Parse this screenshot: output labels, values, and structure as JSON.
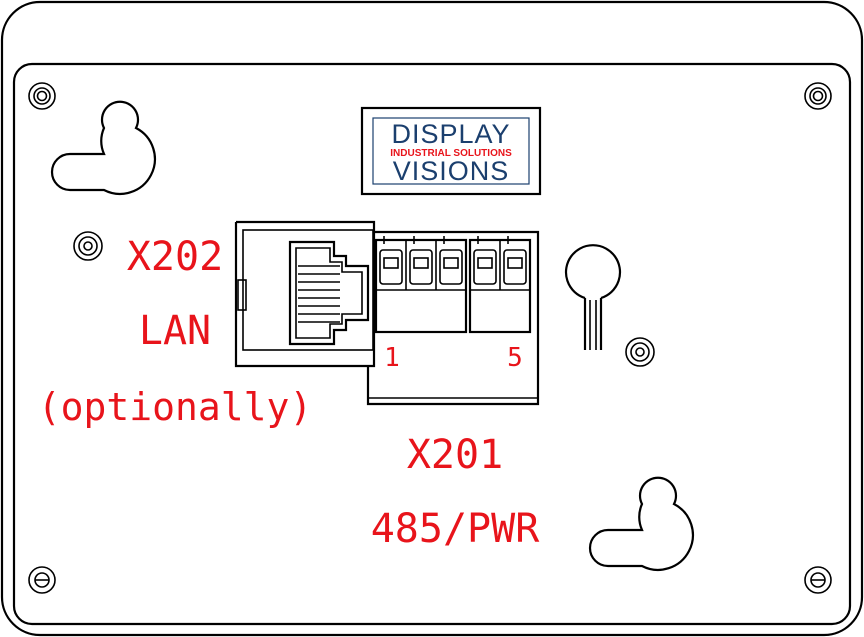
{
  "labels": {
    "x202": "X202",
    "lan": "LAN",
    "optionally": "(optionally)",
    "x201": "X201",
    "pwr": "485/PWR",
    "pin_first": "1",
    "pin_last": "5"
  },
  "logo": {
    "line1": "DISPLAY",
    "line2": "INDUSTRIAL SOLUTIONS",
    "line3": "VISIONS"
  },
  "colors": {
    "label": "#e8141b",
    "logo_text": "#1b3f6e",
    "outline": "#000000"
  }
}
